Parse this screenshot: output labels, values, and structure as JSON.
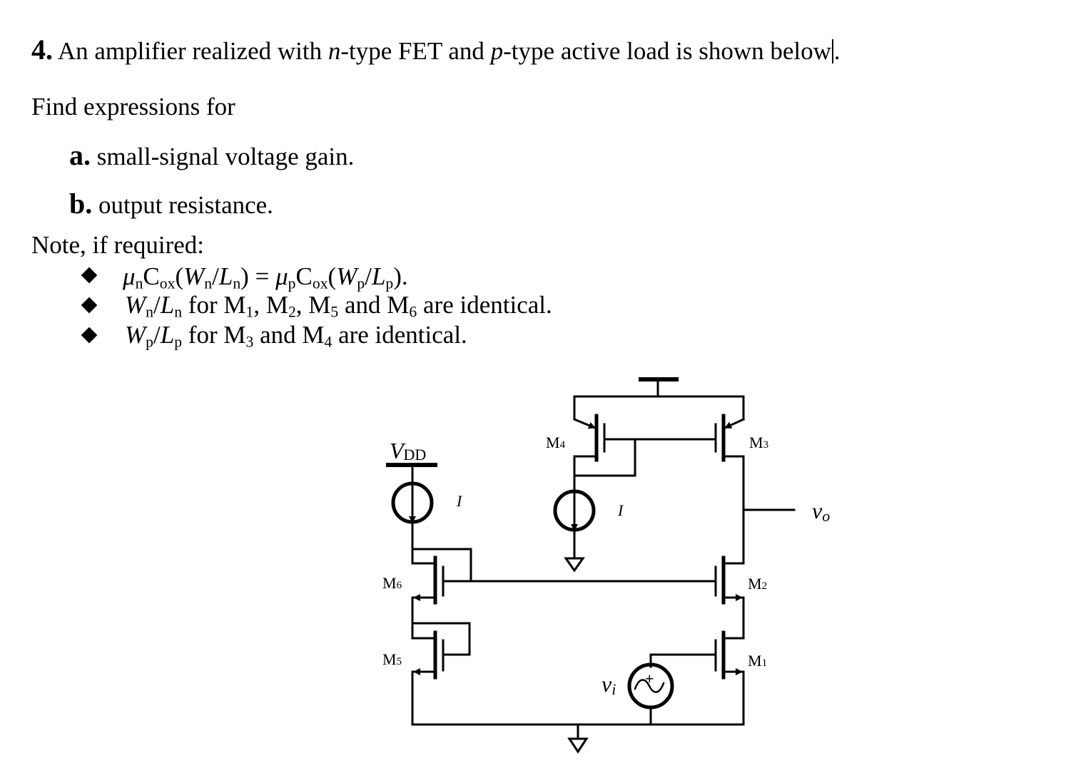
{
  "question": {
    "number": "4.",
    "text_a": "An amplifier realized with ",
    "n_var": "n",
    "text_b": "-type FET and ",
    "p_var": "p",
    "text_c": "-type active load is shown below",
    "text_end": "."
  },
  "find": "Find expressions for",
  "parts": [
    {
      "label": "a.",
      "text": "small-signal voltage gain."
    },
    {
      "label": "b.",
      "text": "output resistance."
    }
  ],
  "note": "Note, if required:",
  "bullets": {
    "b1": {
      "mu": "μ",
      "n": "n",
      "cox": "C",
      "ox": "ox",
      "paren_open": "(",
      "W": "W",
      "slash": "/",
      "L": "L",
      "paren_close": ")",
      "eq": " = ",
      "p": "p",
      "end": ")."
    },
    "b2": {
      "W": "W",
      "n": "n",
      "slash": "/",
      "L": "L",
      "text_for": " for M",
      "s1": "1",
      "c1": ", M",
      "s2": "2",
      "c2": ", M",
      "s5": "5",
      "and": " and M",
      "s6": "6",
      "tail": " are identical."
    },
    "b3": {
      "W": "W",
      "p": "p",
      "slash": "/",
      "L": "L",
      "text_for": " for M",
      "s3": "3",
      "and": " and M",
      "s4": "4",
      "tail": " are identical."
    }
  },
  "circuit": {
    "vdd_V": "V",
    "vdd_sub": "DD",
    "current_label": "I",
    "transistors": {
      "M1": "1",
      "M2": "2",
      "M3": "3",
      "M4": "4",
      "M5": "5",
      "M6": "6",
      "M": "M"
    },
    "vo_v": "v",
    "vo_sub": "o",
    "vi_v": "v",
    "vi_sub": "i",
    "plus": "+"
  }
}
